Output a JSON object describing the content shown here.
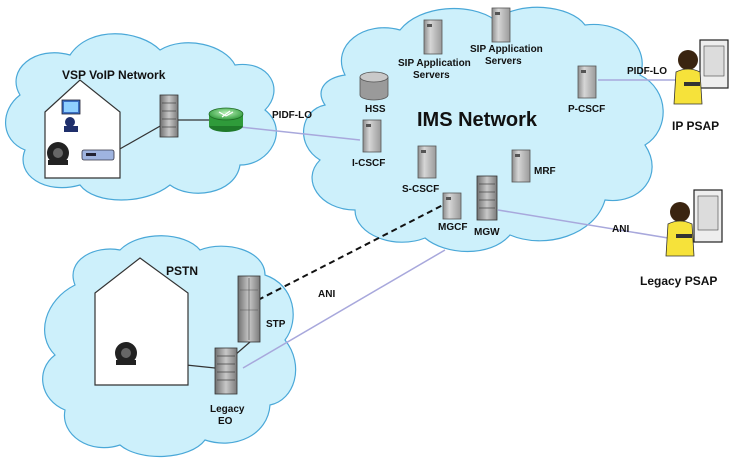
{
  "clouds": {
    "vsp": "VSP VoIP Network",
    "ims": "IMS Network",
    "pstn": "PSTN"
  },
  "nodes": {
    "sip_app_1_a": "SIP Application",
    "sip_app_1_b": "Servers",
    "sip_app_2_a": "SIP Application",
    "sip_app_2_b": "Servers",
    "hss": "HSS",
    "p_cscf": "P-CSCF",
    "i_cscf": "I-CSCF",
    "s_cscf": "S-CSCF",
    "mrf": "MRF",
    "mgcf": "MGCF",
    "mgw": "MGW",
    "stp": "STP",
    "legacy_eo_a": "Legacy",
    "legacy_eo_b": "EO"
  },
  "links": {
    "pidf_lo_vsp": "PIDF-LO",
    "pidf_lo_ip": "PIDF-LO",
    "ani_legacy": "ANI",
    "ani_pstn": "ANI"
  },
  "endpoints": {
    "ip_psap": "IP PSAP",
    "legacy_psap": "Legacy PSAP"
  },
  "colors": {
    "cloud_fill": "#cdf0fb",
    "cloud_stroke": "#4aa8d8",
    "link": "#a8a8dc",
    "server": "#b9b9b9"
  }
}
